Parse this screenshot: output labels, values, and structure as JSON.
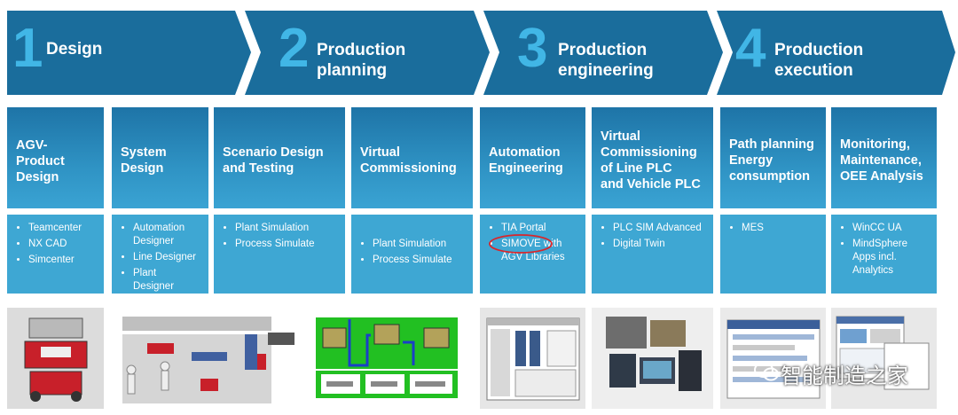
{
  "stages": [
    {
      "num": "1",
      "title": "Design"
    },
    {
      "num": "2",
      "title": "Production\nplanning"
    },
    {
      "num": "3",
      "title": "Production\nengineering"
    },
    {
      "num": "4",
      "title": "Production\nexecution"
    }
  ],
  "columns": [
    {
      "header": "AGV-\nProduct\nDesign",
      "items": [
        "Teamcenter",
        "NX CAD",
        "Simcenter"
      ]
    },
    {
      "header": "System\nDesign",
      "items": [
        "Automation Designer",
        "Line Designer",
        "Plant Designer"
      ]
    },
    {
      "header": "Scenario Design\nand Testing",
      "items": [
        "Plant Simulation",
        "Process Simulate"
      ]
    },
    {
      "header": "Virtual\nCommissioning",
      "items": [
        "Plant Simulation",
        "Process Simulate"
      ]
    },
    {
      "header": "Automation\nEngineering",
      "items": [
        "TIA Portal",
        "SIMOVE with AGV Libraries"
      ]
    },
    {
      "header": "Virtual\nCommissioning\nof  Line PLC\nand Vehicle PLC",
      "items": [
        "PLC SIM Advanced",
        "Digital Twin"
      ]
    },
    {
      "header": "Path planning\nEnergy\nconsumption",
      "items": [
        "MES"
      ]
    },
    {
      "header": "Monitoring,\nMaintenance,\nOEE Analysis",
      "items": [
        "WinCC UA",
        "MindSphere Apps incl. Analytics"
      ]
    }
  ],
  "watermark": "智能制造之家",
  "colors": {
    "chevron": "#1a6d9c",
    "number": "#41b6e6",
    "header": "#2a8bbd",
    "list": "#3ea7d3",
    "highlight": "#d9262b"
  }
}
